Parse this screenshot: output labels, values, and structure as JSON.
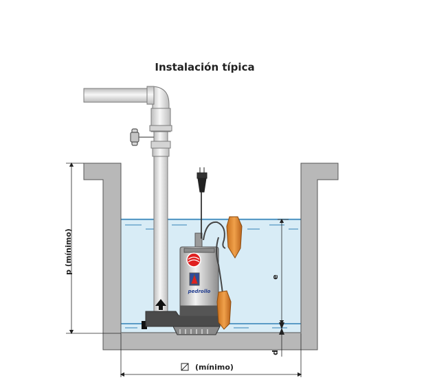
{
  "title": "Instalación típica",
  "labels": {
    "depth": "p  (mínimo)",
    "float_range": "e",
    "min_level": "d",
    "width": "(mínimo)"
  },
  "brand": "pedrollo",
  "colors": {
    "water": "#d8ecf6",
    "water_line": "#2f7fb5",
    "concrete": "#b8b8b8",
    "concrete_edge": "#555555",
    "pipe": "#e7e7e7",
    "float": "#e48a2e",
    "pump_body": "#c9c9c9",
    "dimension": "#222222"
  },
  "icons": [
    "valve-handwheel-icon",
    "flow-arrow-up-icon",
    "flow-arrow-right-icon",
    "plug-icon",
    "square-symbol-icon"
  ]
}
